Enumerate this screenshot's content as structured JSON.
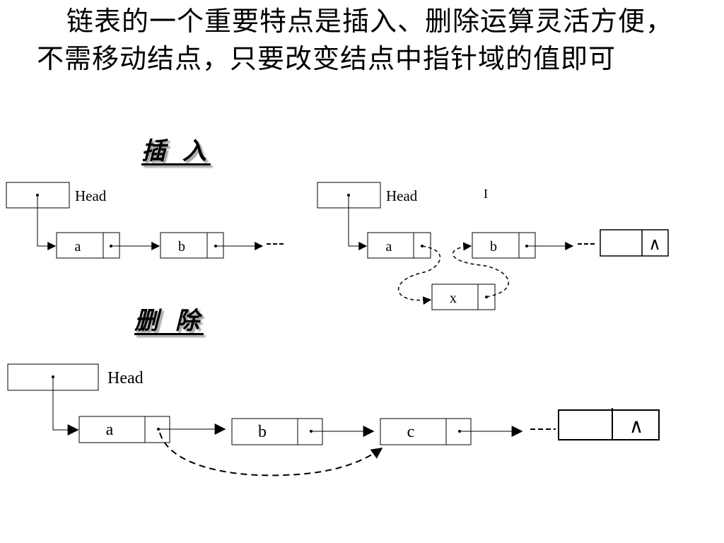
{
  "paragraph": "链表的一个重要特点是插入、删除运算灵活方便，不需移动结点，只要改变结点中指针域的值即可",
  "insert_heading": "插 入",
  "delete_heading": "删 除",
  "head_label": "Head",
  "insert_before": {
    "nodes": [
      "a",
      "b"
    ]
  },
  "insert_after": {
    "nodes": [
      "a",
      "b"
    ],
    "new_node": "x",
    "null_symbol": "∧",
    "stray_mark": "I"
  },
  "delete": {
    "nodes": [
      "a",
      "b",
      "c"
    ],
    "null_symbol": "∧"
  }
}
